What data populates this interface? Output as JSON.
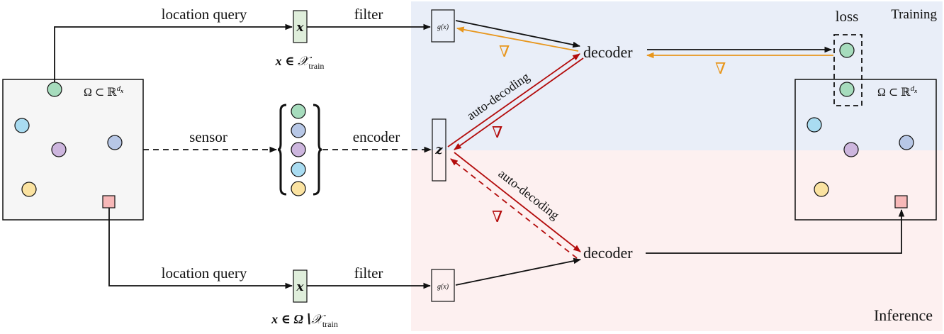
{
  "regions": {
    "training": {
      "label": "Training",
      "color": "#e9eef8"
    },
    "inference": {
      "label": "Inference",
      "color": "#fdf0f0"
    }
  },
  "colors": {
    "stroke": "#111111",
    "gradient_orange": "#e8961c",
    "auto_decoding_red": "#b30c0c",
    "domain_fill": "#f6f6f6",
    "x_box_fill": "#dfeedb",
    "query_square": "#f7b8b8",
    "points": {
      "green": "#a6dcbd",
      "blue": "#b7c7e6",
      "purple": "#cdb6de",
      "cyan": "#a9dcf1",
      "yellow": "#fbe3a1"
    }
  },
  "labels": {
    "location_query_top": "location query",
    "location_query_bottom": "location query",
    "filter_top": "filter",
    "filter_bottom": "filter",
    "sensor": "sensor",
    "encoder": "encoder",
    "decoder_top": "decoder",
    "decoder_bottom": "decoder",
    "auto_decoding_top": "auto-decoding",
    "auto_decoding_bottom": "auto-decoding",
    "loss": "loss",
    "domain_left": "Ω ⊂ ℝ",
    "domain_left_sup": "d",
    "domain_left_subsup": "x",
    "domain_right": "Ω ⊂ ℝ",
    "domain_right_sup": "d",
    "domain_right_subsup": "x",
    "x_box_top": "x",
    "x_box_bottom": "x",
    "x_top_set_prefix": "x ∈ ",
    "x_top_set_main": "𝒳",
    "x_top_set_sub": "train",
    "x_bottom_set_prefix": "x ∈ Ω∖",
    "x_bottom_set_main": "𝒳",
    "x_bottom_set_sub": "train",
    "g_top": "g(x)",
    "g_bottom": "g(x)",
    "z": "z",
    "nabla": "∇"
  },
  "sensor_vector": [
    "green",
    "blue",
    "purple",
    "cyan",
    "yellow"
  ],
  "left_domain_points": [
    "green",
    "cyan",
    "purple",
    "blue",
    "yellow"
  ],
  "right_domain_points": [
    "green",
    "cyan",
    "purple",
    "blue",
    "yellow"
  ]
}
